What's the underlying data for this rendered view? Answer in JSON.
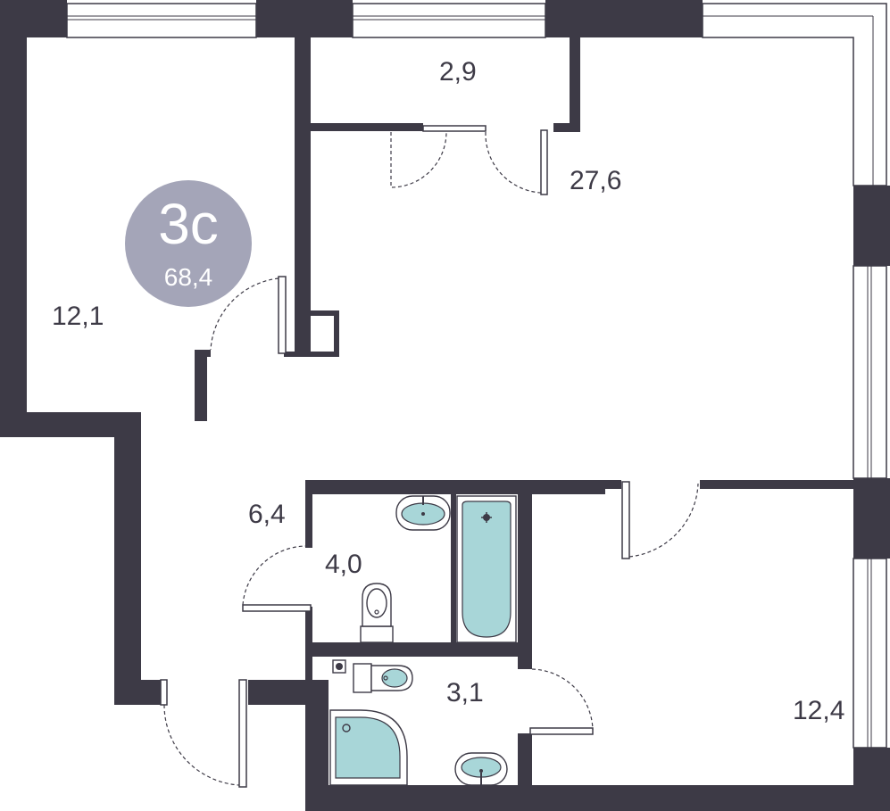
{
  "badge": {
    "type": "3с",
    "total_area": "68,4"
  },
  "rooms": {
    "bedroom_left": "12,1",
    "storage": "2,9",
    "living_kitchen": "27,6",
    "hallway": "6,4",
    "bathroom": "4,0",
    "toilet_shower": "3,1",
    "bedroom_right": "12,4"
  },
  "colors": {
    "wall": "#3d3a46",
    "badge": "#a4a5b8",
    "water": "#a8d6d8",
    "background": "#ffffff"
  },
  "icons": [
    "sink-icon",
    "toilet-icon",
    "bathtub-icon",
    "shower-icon",
    "riser-icon"
  ]
}
